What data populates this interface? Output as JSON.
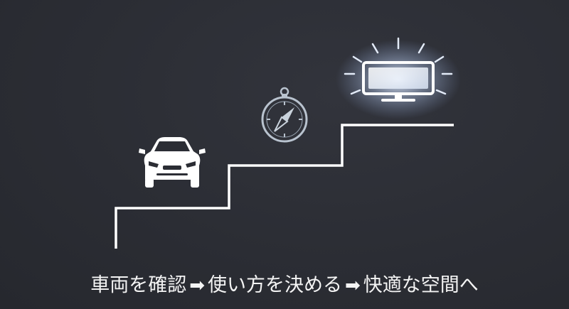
{
  "steps": [
    {
      "label": "車両を確認",
      "icon": "car-icon"
    },
    {
      "label": "使い方を決める",
      "icon": "compass-icon"
    },
    {
      "label": "快適な空間へ",
      "icon": "glowing-monitor-icon"
    }
  ],
  "separator": "➡",
  "colors": {
    "background": "#2b2d34",
    "stair_line": "#ffffff",
    "icon": "#ffffff",
    "compass": "#b9c3cf",
    "monitor_glow": "#dbe8ff"
  }
}
